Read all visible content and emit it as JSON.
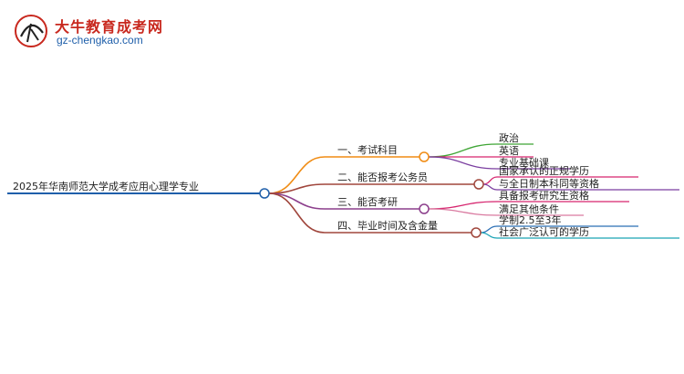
{
  "logo": {
    "brand": "大牛教育成考网",
    "url": "gz-chengkao.com",
    "mark_text": "大牛"
  },
  "root": {
    "label": "2025年华南师范大学成考应用心理学专业"
  },
  "branches": [
    {
      "label": "一、考试科目",
      "color": "#f08c14",
      "leaves": [
        {
          "label": "政治",
          "color": "#3fa535"
        },
        {
          "label": "英语",
          "color": "#d6246e"
        },
        {
          "label": "专业基础课",
          "color": "#7b3fa0"
        }
      ]
    },
    {
      "label": "二、能否报考公务员",
      "color": "#a0463c",
      "leaves": [
        {
          "label": "国家承认的正规学历",
          "color": "#d6246e"
        },
        {
          "label": "与全日制本科同等资格",
          "color": "#7b3fa0"
        }
      ]
    },
    {
      "label": "三、能否考研",
      "color": "#8c3f8c",
      "leaves": [
        {
          "label": "具备报考研究生资格",
          "color": "#d6246e"
        },
        {
          "label": "满足其他条件",
          "color": "#d97aa0"
        }
      ]
    },
    {
      "label": "四、毕业时间及含金量",
      "color": "#a0463c",
      "leaves": [
        {
          "label": "学制2.5至3年",
          "color": "#2b6fb5"
        },
        {
          "label": "社会广泛认可的学历",
          "color": "#1aa3b5"
        }
      ]
    }
  ]
}
